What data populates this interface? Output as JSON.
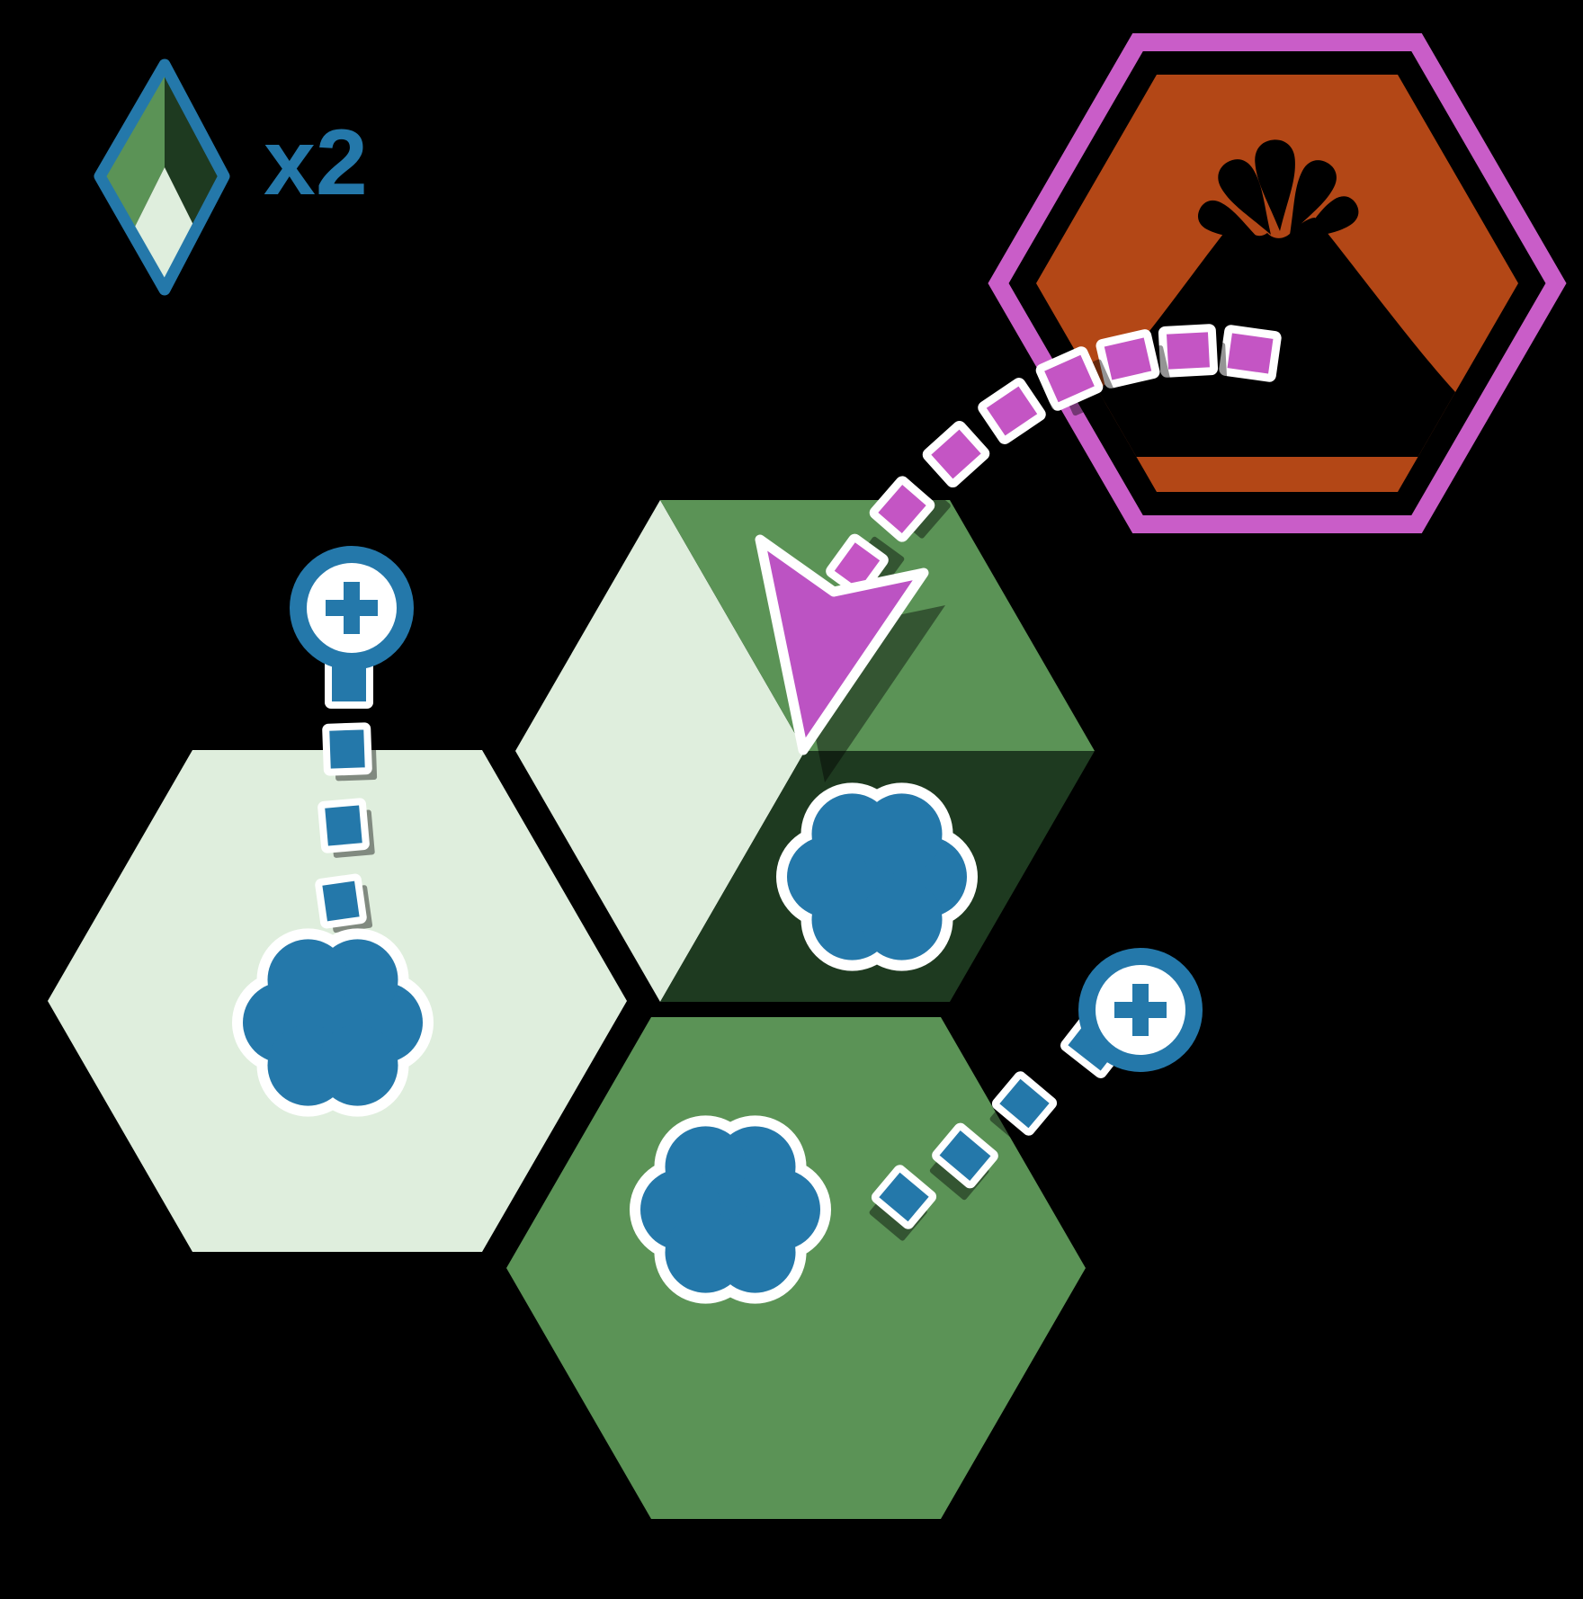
{
  "title": "Hex tile placement and wildlife scoring diagram",
  "colors": {
    "background": "#000000",
    "white": "#ffffff",
    "blue": "#2478aa",
    "light_green": "#dfeedd",
    "medium_green": "#5b9356",
    "dark_green": "#1e3a20",
    "magenta": "#c455c4",
    "magenta_border": "#c95dc8",
    "magenta_arrow": "#bc53c3",
    "orange": "#b34716",
    "shadow": "rgba(0,0,0,0.42)"
  },
  "legend": {
    "multiplier_label": "x2",
    "gem_facets": [
      "medium_green",
      "dark_green",
      "light_green"
    ]
  },
  "icons": {
    "gem": "gem-icon",
    "volcano": "volcano-icon",
    "eruption": "eruption-droplet-icon",
    "wildlife_token": "flower-token-icon",
    "add_marker": "plus-circle-icon",
    "placement_arrow": "arrow-down-icon",
    "path_dash": "dashed-path-segment"
  },
  "tiles": {
    "volcano_hex": {
      "terrain": "volcano",
      "border_color": "magenta_border",
      "fill": "orange"
    },
    "split_hex": {
      "facets": [
        "light_green",
        "medium_green",
        "dark_green"
      ],
      "token": "flower"
    },
    "left_hex": {
      "terrain": "light_green",
      "token": "flower"
    },
    "bottom_hex": {
      "terrain": "medium_green",
      "token": "flower"
    }
  },
  "connectors": {
    "magenta_path": {
      "color": "magenta",
      "stroke": 9,
      "shadow": [
        14,
        17
      ],
      "dashes": [
        [
          1390,
          393,
          55,
          48,
          8
        ],
        [
          1321,
          390,
          55,
          48,
          -3
        ],
        [
          1254,
          399,
          54,
          47,
          -13
        ],
        [
          1189,
          421,
          53,
          47,
          -24
        ],
        [
          1125,
          457,
          52,
          46,
          -34
        ],
        [
          1063,
          505,
          51,
          45,
          -42
        ],
        [
          1003,
          566,
          50,
          44,
          -49
        ],
        [
          953,
          629,
          48,
          43,
          -54
        ]
      ]
    },
    "blue_left": {
      "color": "blue",
      "stroke": 8,
      "shadow": [
        9,
        10
      ],
      "dashes": [
        [
          386,
          833,
          46,
          50,
          -2
        ],
        [
          382,
          918,
          46,
          50,
          -5
        ],
        [
          379,
          1002,
          44,
          48,
          -8
        ]
      ]
    },
    "blue_right": {
      "color": "blue",
      "stroke": 8,
      "shadow": [
        6,
        17
      ],
      "dashes": [
        [
          1005,
          1331,
          50,
          44,
          40
        ],
        [
          1073,
          1285,
          52,
          44,
          40
        ],
        [
          1139,
          1227,
          50,
          44,
          40
        ]
      ]
    }
  }
}
